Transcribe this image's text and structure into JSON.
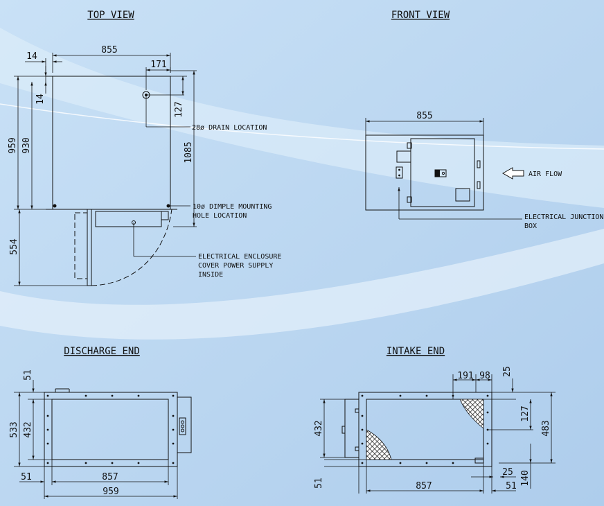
{
  "colors": {
    "bg_top": "#cfe4f7",
    "bg_mid": "#b3d3ef",
    "swoosh": "#e3f0fb",
    "line": "#111111"
  },
  "titles": {
    "top_view": "TOP VIEW",
    "front_view": "FRONT VIEW",
    "discharge_end": "DISCHARGE END",
    "intake_end": "INTAKE END"
  },
  "top_view": {
    "dims": {
      "d855": "855",
      "d14a": "14",
      "d171": "171",
      "d14b": "14",
      "d127": "127",
      "d959": "959",
      "d930": "930",
      "d1085": "1085",
      "d554": "554"
    },
    "notes": {
      "drain": "28ø DRAIN LOCATION",
      "dimple1": "10ø DIMPLE MOUNTING",
      "dimple2": "HOLE LOCATION",
      "enc1": "ELECTRICAL ENCLOSURE",
      "enc2": "COVER POWER SUPPLY",
      "enc3": "INSIDE"
    }
  },
  "front_view": {
    "dims": {
      "d855": "855"
    },
    "notes": {
      "airflow": "AIR FLOW",
      "junction1": "ELECTRICAL JUNCTION",
      "junction2": "BOX"
    }
  },
  "discharge_end": {
    "dims": {
      "d51a": "51",
      "d533": "533",
      "d432": "432",
      "d51b": "51",
      "d857": "857",
      "d959": "959"
    }
  },
  "intake_end": {
    "dims": {
      "d191": "191",
      "d98": "98",
      "d25a": "25",
      "d432": "432",
      "d127": "127",
      "d483": "483",
      "d25b": "25",
      "d140": "140",
      "d51a": "51",
      "d857": "857",
      "d51b": "51"
    }
  }
}
